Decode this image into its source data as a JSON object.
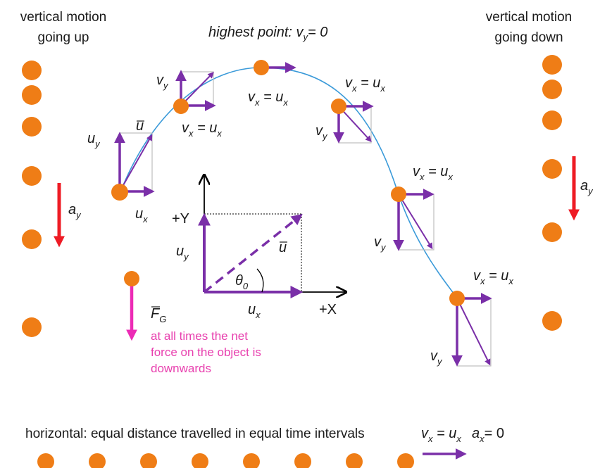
{
  "colors": {
    "ball": "#ef7d16",
    "vector": "#7a2fa8",
    "accel": "#ee1b24",
    "force": "#ec2bb5",
    "trajectory": "#3a9ad9",
    "box": "#bfbfbf"
  },
  "header": {
    "left_line1": "vertical motion",
    "left_line2": "going up",
    "right_line1": "vertical motion",
    "right_line2": "going down",
    "apex_text": "highest point: v",
    "apex_sub": "y",
    "apex_eq": "= 0"
  },
  "labels": {
    "v": "v",
    "u": "u",
    "a": "a",
    "F": "F",
    "sub_x": "x",
    "sub_y": "y",
    "sub_G": "G",
    "sub_0": "0",
    "theta": "θ",
    "eq": " = ",
    "plus_x": "+X",
    "plus_y": "+Y"
  },
  "force_note": {
    "line1": "at all times the net",
    "line2": "force on the object is",
    "line3": "downwards"
  },
  "footer": {
    "text": "horizontal: equal distance travelled in equal time intervals",
    "ax_eq": "= 0"
  }
}
